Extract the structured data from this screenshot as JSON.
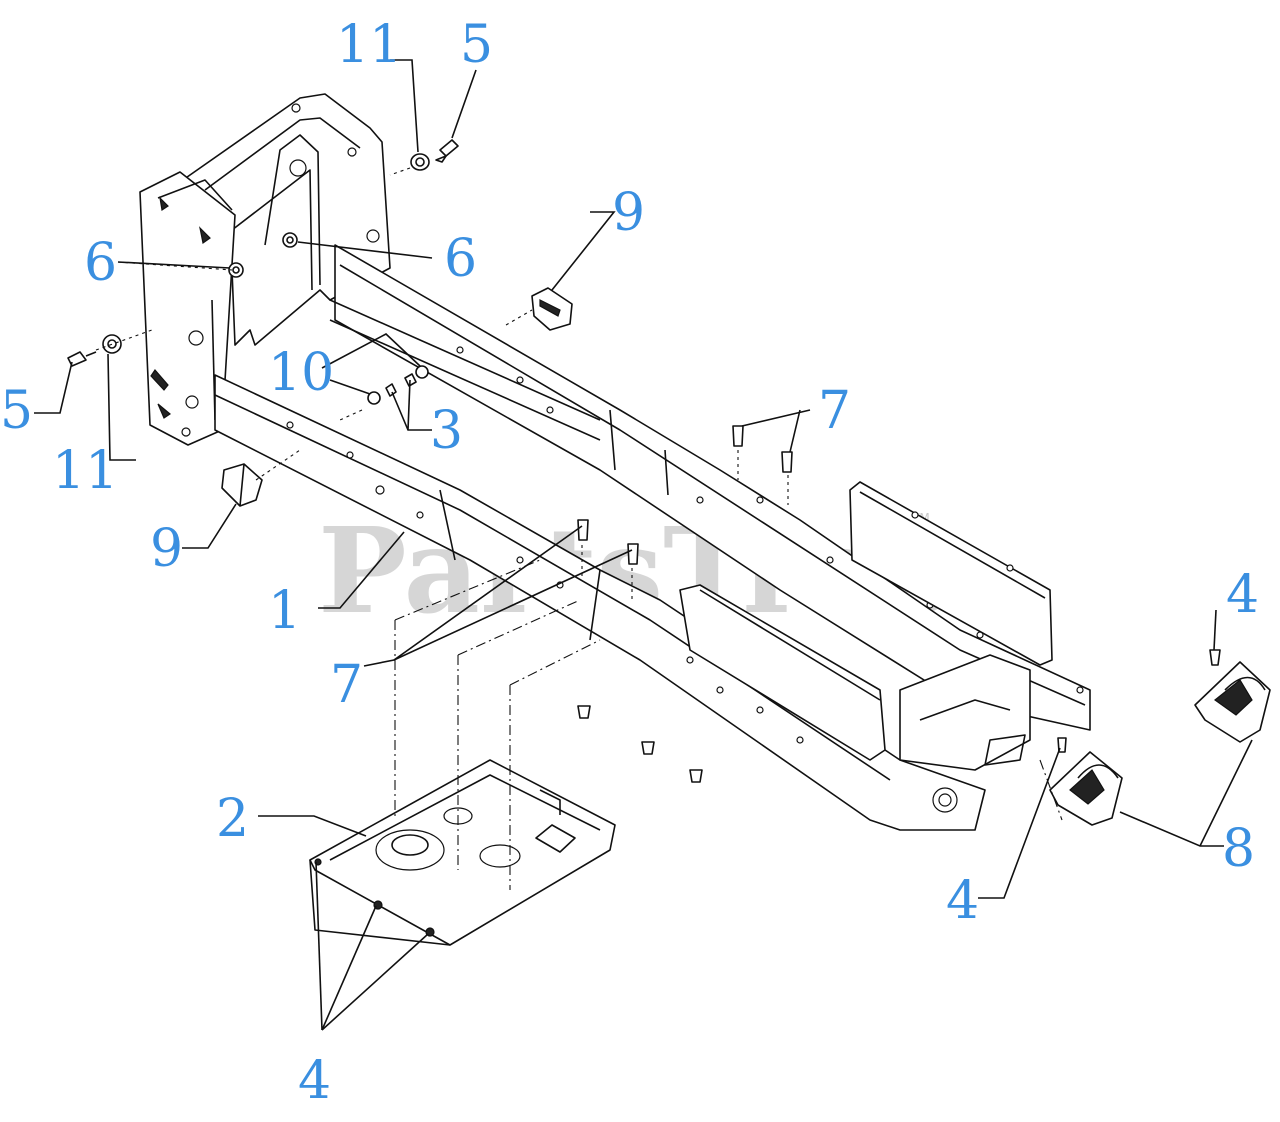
{
  "watermark": {
    "brand": "PartsTree",
    "trademark": "TM"
  },
  "callouts": [
    {
      "id": "c11-top",
      "label": "11"
    },
    {
      "id": "c5-top",
      "label": "5"
    },
    {
      "id": "c9-top",
      "label": "9"
    },
    {
      "id": "c6-left",
      "label": "6"
    },
    {
      "id": "c6-right",
      "label": "6"
    },
    {
      "id": "c10",
      "label": "10"
    },
    {
      "id": "c5-left",
      "label": "5"
    },
    {
      "id": "c3",
      "label": "3"
    },
    {
      "id": "c11-left",
      "label": "11"
    },
    {
      "id": "c7-right",
      "label": "7"
    },
    {
      "id": "c9-left",
      "label": "9"
    },
    {
      "id": "c1",
      "label": "1"
    },
    {
      "id": "c7-center",
      "label": "7"
    },
    {
      "id": "c4-right",
      "label": "4"
    },
    {
      "id": "c2",
      "label": "2"
    },
    {
      "id": "c8",
      "label": "8"
    },
    {
      "id": "c4-mid",
      "label": "4"
    },
    {
      "id": "c4-bottom",
      "label": "4"
    }
  ]
}
